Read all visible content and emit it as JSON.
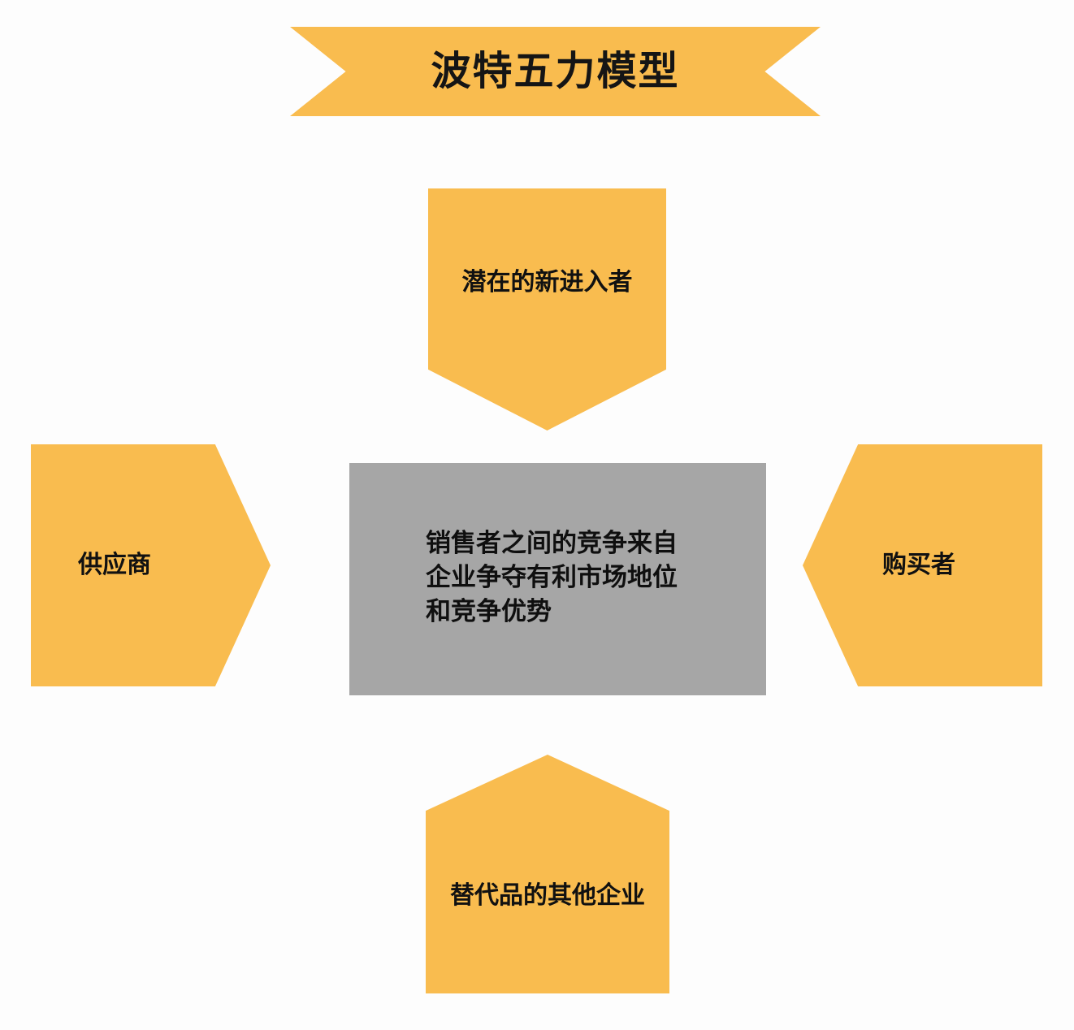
{
  "banner": {
    "title": "波特五力模型"
  },
  "colors": {
    "node_orange": "#f9bc4f",
    "center_gray": "#a6a6a6",
    "text_dark": "#111111",
    "background": "#fdfdfd"
  },
  "nodes": {
    "top": {
      "label": "潜在的新进入者",
      "shape": "pentagon-down"
    },
    "left": {
      "label": "供应商",
      "shape": "pentagon-right"
    },
    "right": {
      "label": "购买者",
      "shape": "pentagon-left"
    },
    "bottom": {
      "label": "替代品的其他企业",
      "shape": "pentagon-up"
    },
    "center": {
      "label": "销售者之间的竞争来自\n企业争夺有利市场地位\n和竞争优势",
      "shape": "rectangle"
    }
  },
  "chart_data": {
    "type": "diagram",
    "title": "波特五力模型",
    "diagram_kind": "porter-five-forces",
    "nodes": [
      {
        "id": "center",
        "label": "销售者之间的竞争来自企业争夺有利市场地位和竞争优势",
        "position": "center",
        "color": "#a6a6a6"
      },
      {
        "id": "top",
        "label": "潜在的新进入者",
        "position": "top",
        "color": "#f9bc4f"
      },
      {
        "id": "left",
        "label": "供应商",
        "position": "left",
        "color": "#f9bc4f"
      },
      {
        "id": "right",
        "label": "购买者",
        "position": "right",
        "color": "#f9bc4f"
      },
      {
        "id": "bottom",
        "label": "替代品的其他企业",
        "position": "bottom",
        "color": "#f9bc4f"
      }
    ],
    "edges": [
      {
        "from": "top",
        "to": "center",
        "direction": "down"
      },
      {
        "from": "left",
        "to": "center",
        "direction": "right"
      },
      {
        "from": "right",
        "to": "center",
        "direction": "left"
      },
      {
        "from": "bottom",
        "to": "center",
        "direction": "up"
      }
    ]
  }
}
